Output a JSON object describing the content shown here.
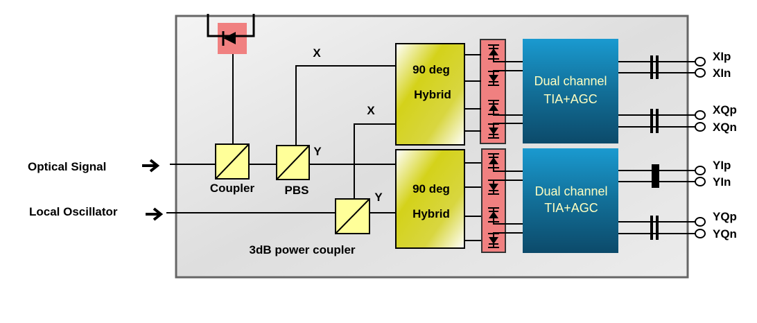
{
  "inputs": {
    "optical_signal": "Optical Signal",
    "local_oscillator": "Local Oscillator"
  },
  "components": {
    "coupler": "Coupler",
    "pbs": "PBS",
    "power_coupler": "3dB power coupler",
    "x_label_top": "X",
    "x_label_lo": "X",
    "y_label_pbs": "Y",
    "y_label_lo": "Y",
    "hybrid_x": {
      "line1": "90 deg",
      "line2": "Hybrid"
    },
    "hybrid_y": {
      "line1": "90 deg",
      "line2": "Hybrid"
    },
    "tia_x": {
      "line1": "Dual channel",
      "line2": "TIA+AGC"
    },
    "tia_y": {
      "line1": "Dual channel",
      "line2": "TIA+AGC"
    }
  },
  "outputs": [
    "XIp",
    "XIn",
    "XQp",
    "XQn",
    "YIp",
    "YIn",
    "YQp",
    "YQn"
  ],
  "colors": {
    "photodiode": "#f08080",
    "hybrid": "#d4d21a",
    "tia": "#1a8cc0",
    "splitter": "#ffff99"
  }
}
